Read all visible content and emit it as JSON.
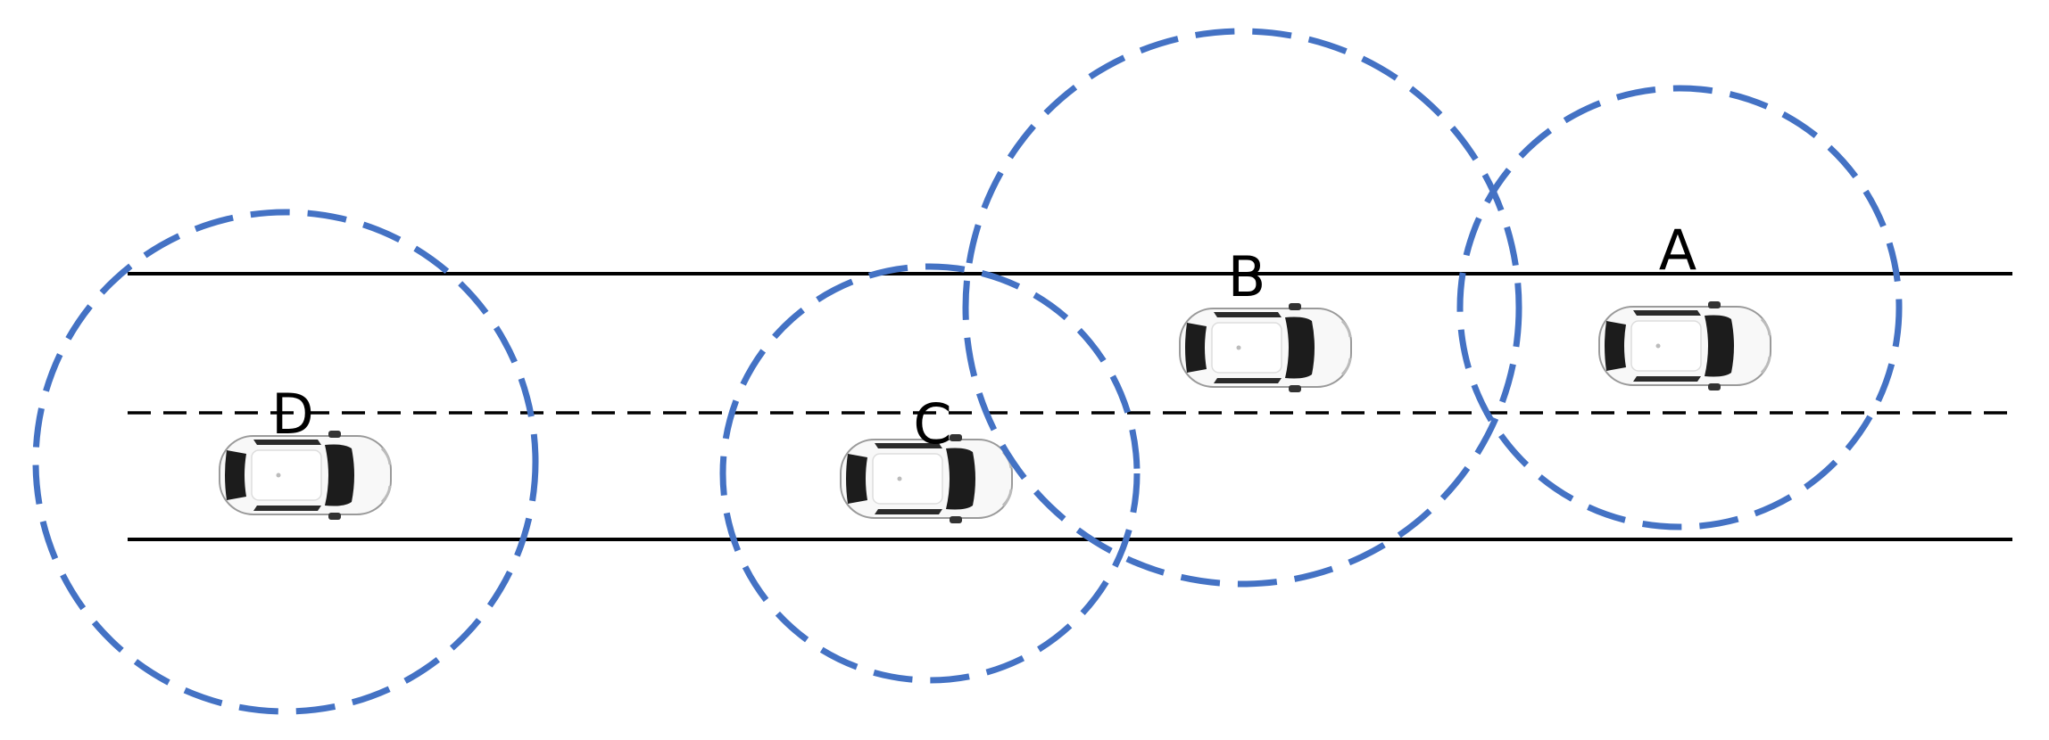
{
  "colors": {
    "background": "#ffffff",
    "road_line": "#000000",
    "range_circle": "#4472c4",
    "car_body": "#f7f7f7",
    "car_glass": "#1a1a1a"
  },
  "vehicles": [
    {
      "id": "A",
      "label": "A",
      "icon": "car-top-view-icon"
    },
    {
      "id": "B",
      "label": "B",
      "icon": "car-top-view-icon"
    },
    {
      "id": "C",
      "label": "C",
      "icon": "car-top-view-icon"
    },
    {
      "id": "D",
      "label": "D",
      "icon": "car-top-view-icon"
    }
  ]
}
